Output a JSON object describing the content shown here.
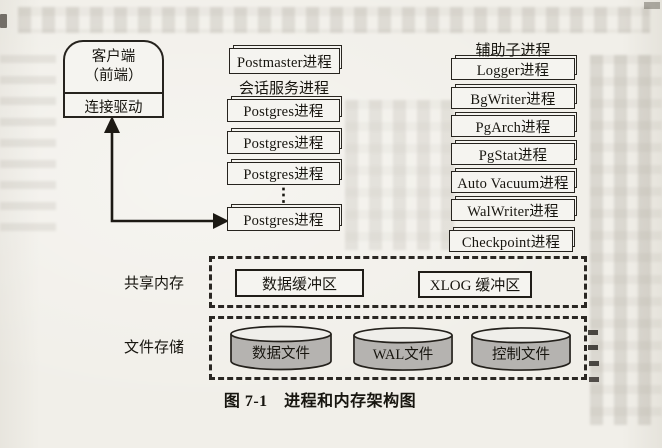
{
  "figure": {
    "caption": "图 7-1　进程和内存架构图",
    "client": {
      "title_line1": "客户端",
      "title_line2": "（前端）",
      "driver": "连接驱动"
    },
    "session": {
      "postmaster": "Postmaster进程",
      "label": "会话服务进程",
      "postgres": [
        "Postgres进程",
        "Postgres进程",
        "Postgres进程",
        "Postgres进程"
      ],
      "ellipsis": "⋮"
    },
    "auxiliary": {
      "header": "辅助子进程",
      "processes": [
        "Logger进程",
        "BgWriter进程",
        "PgArch进程",
        "PgStat进程",
        "Auto Vacuum进程",
        "WalWriter进程",
        "Checkpoint进程"
      ]
    },
    "shared_memory": {
      "label": "共享内存",
      "data_buffer": "数据缓冲区",
      "xlog_buffer": "XLOG 缓冲区"
    },
    "file_storage": {
      "label": "文件存储",
      "files": [
        "数据文件",
        "WAL文件",
        "控制文件"
      ]
    },
    "colors": {
      "line": "#26231e",
      "paper": "#f1efe9",
      "box_fill": "#f5f4f0",
      "cylinder_body": "#b5b3b0",
      "cylinder_top": "#efeeea"
    }
  }
}
